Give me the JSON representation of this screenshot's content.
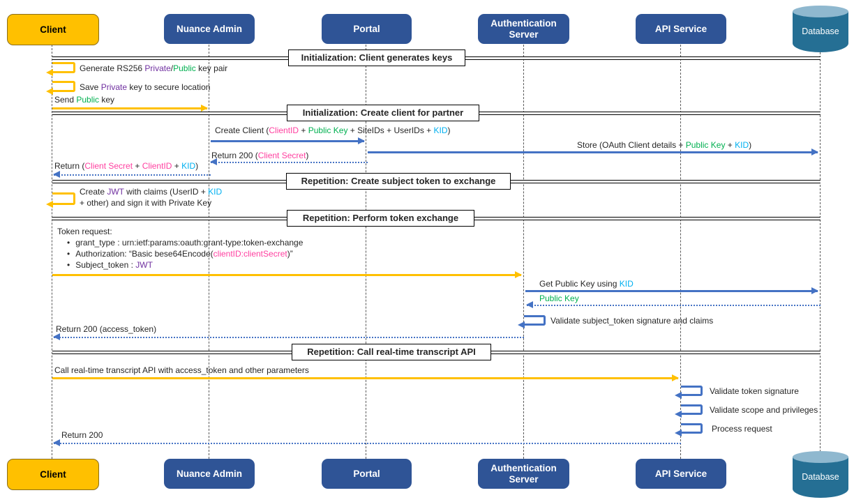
{
  "palette": {
    "client_fill": "#FFC000",
    "client_border": "#8A6D1A",
    "actor_fill": "#2F5496",
    "actor_text": "#FFFFFF",
    "arrow_yellow": "#FFC000",
    "arrow_blue": "#4472C4",
    "db_body": "#256F94",
    "db_top": "#8FB8CF",
    "text_purple": "#7030A0",
    "text_green": "#00B050",
    "text_cyan": "#00B0F0",
    "text_pink": "#FF40A0",
    "text_default": "#262626"
  },
  "actors": [
    {
      "name": "Client"
    },
    {
      "name": "Nuance Admin"
    },
    {
      "name": "Portal"
    },
    {
      "name": "Authentication Server"
    },
    {
      "name": "API Service"
    },
    {
      "name": "Database"
    }
  ],
  "dividers": [
    "Initialization: Client generates keys",
    "Initialization: Create client for partner",
    "Repetition: Create subject token to exchange",
    "Repetition: Perform token exchange",
    "Repetition: Call real-time transcript API"
  ],
  "messages": {
    "generate_keys": [
      "Generate RS256 ",
      "Private",
      "/",
      "Public",
      " key pair"
    ],
    "save_private": [
      "Save ",
      "Private",
      " key to secure location"
    ],
    "send_public": [
      "Send ",
      "Public",
      " key"
    ],
    "create_client": [
      "Create Client (",
      "ClientID",
      " + ",
      "Public Key",
      " + SiteIDs + UserIDs + ",
      "KID",
      ")"
    ],
    "store": [
      "Store (OAuth Client details + ",
      "Public Key",
      " + ",
      "KID",
      ")"
    ],
    "return_200_secret": [
      "Return 200 (",
      "Client Secret",
      ")"
    ],
    "return_secret_id_kid": [
      "Return (",
      "Client Secret",
      " + ",
      "ClientID",
      " + ",
      "KID",
      ")"
    ],
    "create_jwt_1": [
      "Create ",
      "JWT",
      " with claims (UserID + ",
      "KID"
    ],
    "create_jwt_2": "+ other) and sign it with Private Key",
    "token_request_title": "Token request:",
    "bullet": "•",
    "bullet_grant": "grant_type : urn:ietf:params:oauth:grant-type:token-exchange",
    "bullet_auth": [
      "Authorization: “Basic bese64Encode(",
      "clientID:clientSecret",
      ")”"
    ],
    "bullet_subject": [
      "Subject_token : ",
      "JWT"
    ],
    "get_public_key": [
      "Get Public Key using ",
      "KID"
    ],
    "public_key": "Public Key",
    "validate_subject": "Validate subject_token signature and claims",
    "return_access_token": "Return 200 (access_token)",
    "call_api": "Call real-time transcript API with access_token and other parameters",
    "validate_sig": "Validate token signature",
    "validate_scope": "Validate scope and privileges",
    "process_request": "Process request",
    "return_200": "Return 200"
  }
}
